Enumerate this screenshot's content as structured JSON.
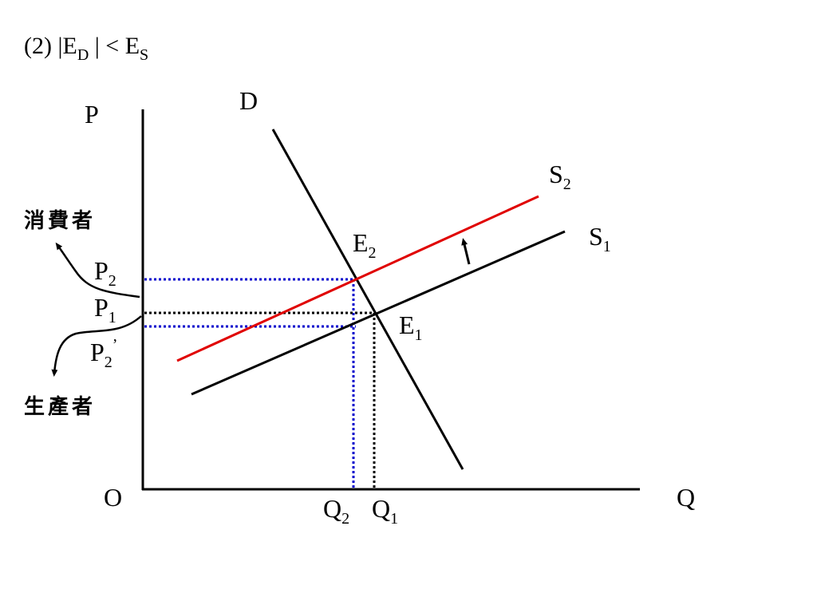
{
  "title": {
    "open": "(2) |E",
    "sub_d": "D",
    "mid": " | < E",
    "sub_s": "S"
  },
  "axes": {
    "y_label": "P",
    "x_label": "Q",
    "origin": "O"
  },
  "curves": {
    "demand": {
      "label": "D",
      "color": "#000000"
    },
    "supply_1": {
      "label": "S",
      "sub": "1",
      "color": "#000000"
    },
    "supply_2": {
      "label": "S",
      "sub": "2",
      "color": "#e00000"
    }
  },
  "points": {
    "e1": {
      "label": "E",
      "sub": "1"
    },
    "e2": {
      "label": "E",
      "sub": "2"
    }
  },
  "price_labels": {
    "p2": {
      "label": "P",
      "sub": "2"
    },
    "p1": {
      "label": "P",
      "sub": "1"
    },
    "p2_prime": {
      "label": "P",
      "sub": "2",
      "prime": "’"
    }
  },
  "quantity_labels": {
    "q2": {
      "label": "Q",
      "sub": "2"
    },
    "q1": {
      "label": "Q",
      "sub": "1"
    }
  },
  "annotations": {
    "consumer": "消費者",
    "producer": "生產者"
  },
  "colors": {
    "axis": "#000000",
    "guide_blue": "#0000cc",
    "guide_black": "#000000",
    "shift_arrow": "#000000"
  }
}
